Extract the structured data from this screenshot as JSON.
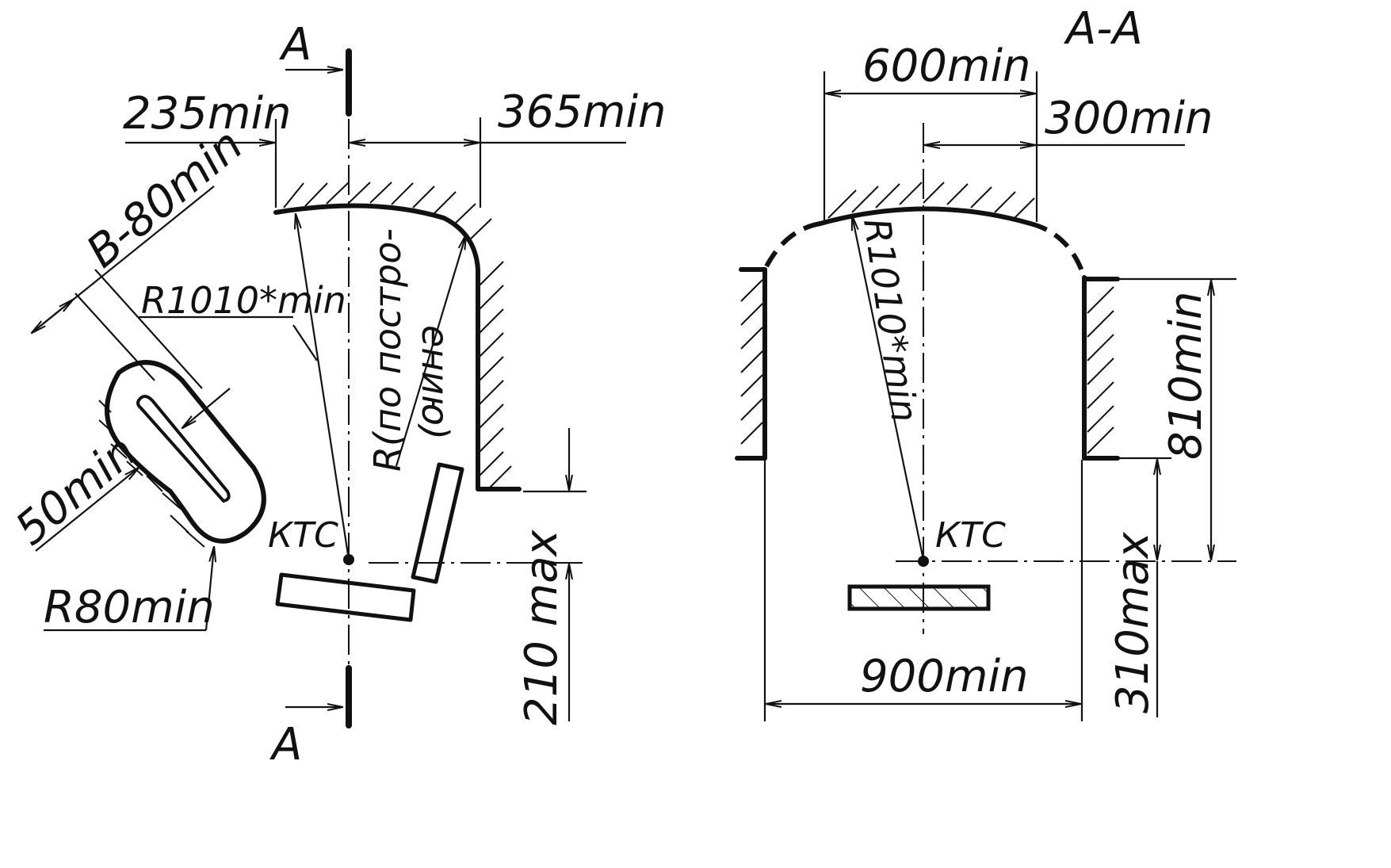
{
  "left_view": {
    "section_mark_top": "A",
    "section_mark_bottom": "A",
    "dim_235": "235min",
    "dim_365": "365min",
    "dim_b80": "B-80min",
    "dim_r1010": "R1010",
    "dim_r1010_suffix": "*min",
    "dim_50": "50min",
    "dim_r80": "R80min",
    "label_r_line1": "R(по постро-",
    "label_r_line2": "ению)",
    "label_ktc": "КТС",
    "dim_210": "210 max"
  },
  "right_view": {
    "section_title": "A-A",
    "dim_600": "600min",
    "dim_300": "300min",
    "dim_r1010": "R1010",
    "dim_r1010_suffix": "*min",
    "label_ktc": "КТС",
    "dim_810": "810min",
    "dim_310": "310max",
    "dim_900": "900min"
  }
}
